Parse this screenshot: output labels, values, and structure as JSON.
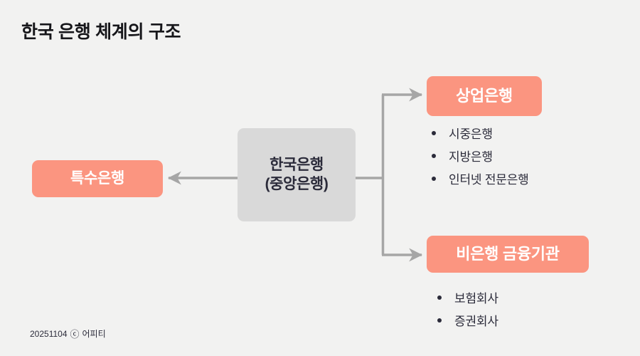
{
  "page": {
    "title": "한국 은행 체계의 구조",
    "background_color": "#f2f2f1"
  },
  "colors": {
    "accent_coral": "#fb9580",
    "central_gray": "#d9d9d9",
    "text_dark": "#2b2b3a",
    "title_black": "#16161a",
    "connector_gray": "#a6a6a6"
  },
  "diagram": {
    "central_node": {
      "line1": "한국은행",
      "line2": "(중앙은행)"
    },
    "branches": [
      {
        "key": "special",
        "label": "특수은행",
        "arrow_direction": "left",
        "items": []
      },
      {
        "key": "commercial",
        "label": "상업은행",
        "arrow_direction": "right",
        "items": [
          "시중은행",
          "지방은행",
          "인터넷 전문은행"
        ]
      },
      {
        "key": "nonbank",
        "label": "비은행 금융기관",
        "arrow_direction": "right",
        "items": [
          "보험회사",
          "증권회사"
        ]
      }
    ]
  },
  "footer": {
    "date": "20251104",
    "copyright_mark": "ⓒ",
    "publisher": "어피티"
  }
}
